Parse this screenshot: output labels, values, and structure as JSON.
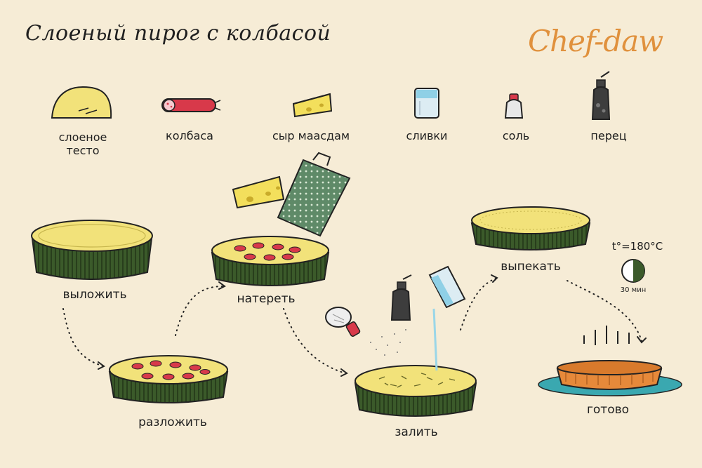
{
  "title": "Слоеный пирог с колбасой",
  "logo": "Chef-daw",
  "ingredients": [
    {
      "icon": "dough-icon",
      "label_line1": "слоеное",
      "label_line2": "тесто"
    },
    {
      "icon": "sausage-icon",
      "label_line1": "колбаса",
      "label_line2": ""
    },
    {
      "icon": "cheese-icon",
      "label_line1": "сыр маасдам",
      "label_line2": ""
    },
    {
      "icon": "cream-glass-icon",
      "label_line1": "сливки",
      "label_line2": ""
    },
    {
      "icon": "salt-shaker-icon",
      "label_line1": "соль",
      "label_line2": ""
    },
    {
      "icon": "pepper-grinder-icon",
      "label_line1": "перец",
      "label_line2": ""
    }
  ],
  "steps": {
    "lay": "выложить",
    "spread": "разложить",
    "grate": "натереть",
    "pour": "залить",
    "bake": "выпекать",
    "done": "готово"
  },
  "bake": {
    "temperature": "t°=180°C",
    "time": "30 мин"
  },
  "colors": {
    "background": "#f6ecd6",
    "dough": "#f2e27a",
    "tin": "#3b5a2a",
    "sausage": "#d8394a",
    "cheese": "#f3df5c",
    "logo": "#e0913d",
    "plate": "#3aa8b0",
    "baked_pie": "#e6893a"
  }
}
